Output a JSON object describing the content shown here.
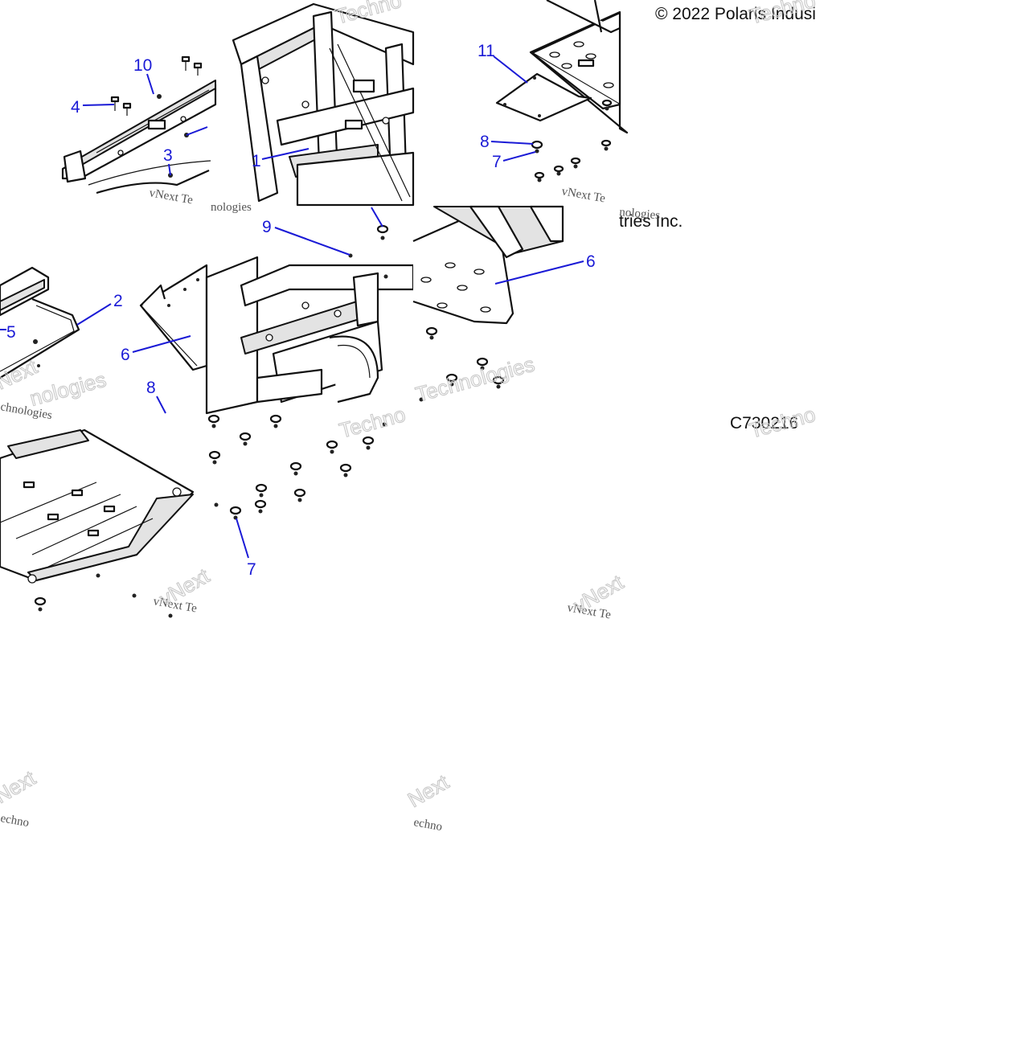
{
  "copyright_text": "© 2022 Polaris Indusi",
  "copyright_tail": "tries Inc.",
  "drawing_number": "C730216",
  "watermark": {
    "brand_small": "vNext Te",
    "brand_outline": "vNext",
    "technologies": "Technologies",
    "techno_fragment": "Techno",
    "chnologies_fragment": "chnologies",
    "nologies_fragment": "nologies",
    "next_fragment": "Next",
    "echno_fragment": "echno"
  },
  "callouts": {
    "c1": "1",
    "c2": "2",
    "c3": "3",
    "c4": "4",
    "c5": "5",
    "c6a": "6",
    "c6b": "6",
    "c7a": "7",
    "c7b": "7",
    "c8a": "8",
    "c8b": "8",
    "c9": "9",
    "c10": "10",
    "c11": "11"
  },
  "colors": {
    "callout": "#1a1ad6",
    "line": "#111111",
    "watermark": "#c9c9c9"
  }
}
